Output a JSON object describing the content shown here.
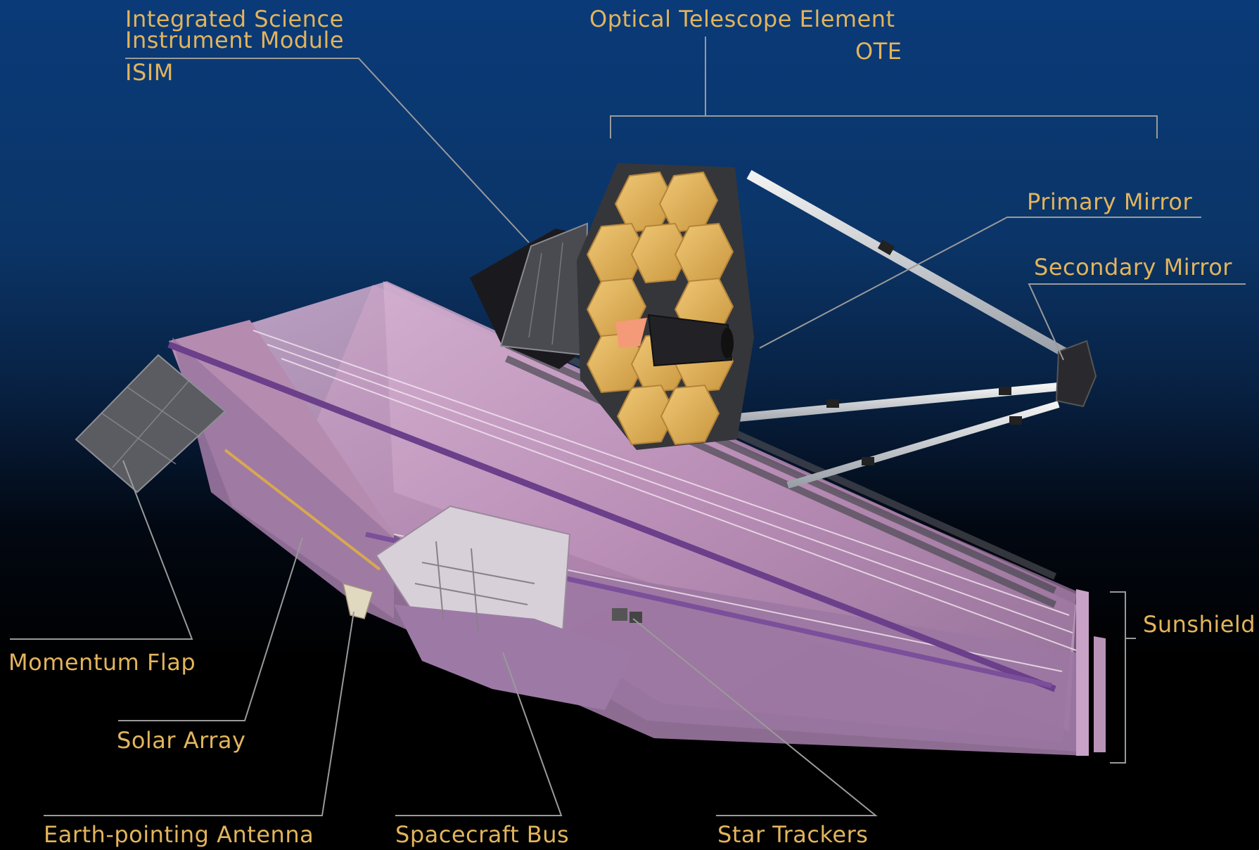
{
  "colors": {
    "label_text": "#e2b45c",
    "leader_line": "#9a9a9a",
    "sky_top": "#0a3a78",
    "space": "#000000",
    "mirror_gold": "#e0b55a",
    "sunshield_pink": "#c89cc4"
  },
  "labels": {
    "isim": {
      "line1": "Integrated Science",
      "line2": "Instrument Module",
      "abbr": "ISIM"
    },
    "ote": {
      "name": "Optical Telescope Element",
      "abbr": "OTE"
    },
    "primary_mirror": "Primary Mirror",
    "secondary_mirror": "Secondary Mirror",
    "sunshield": "Sunshield",
    "momentum_flap": "Momentum Flap",
    "solar_array": "Solar Array",
    "earth_antenna": "Earth-pointing Antenna",
    "spacecraft_bus": "Spacecraft Bus",
    "star_trackers": "Star Trackers"
  }
}
